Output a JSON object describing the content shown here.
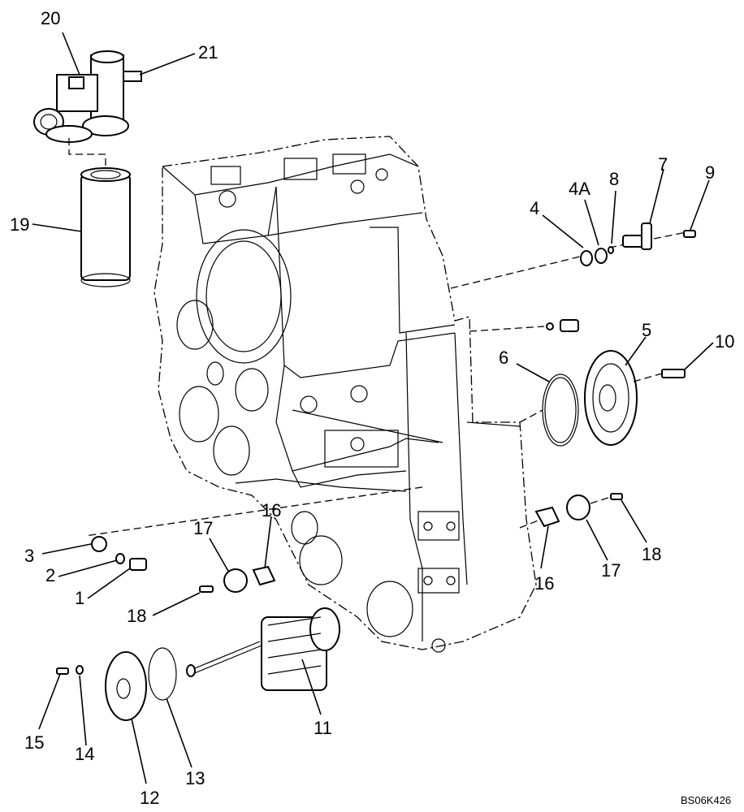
{
  "labels": {
    "p20": "20",
    "p21": "21",
    "p19": "19",
    "p4": "4",
    "p4a": "4A",
    "p8": "8",
    "p7": "7",
    "p9": "9",
    "p5": "5",
    "p10": "10",
    "p6": "6",
    "p3": "3",
    "p2": "2",
    "p1": "1",
    "p17a": "17",
    "p16a": "16",
    "p18a": "18",
    "p16b": "16",
    "p17b": "17",
    "p18b": "18",
    "p11": "11",
    "p15": "15",
    "p14": "14",
    "p12": "12",
    "p13": "13"
  },
  "drawing_ref": "BS06K426"
}
